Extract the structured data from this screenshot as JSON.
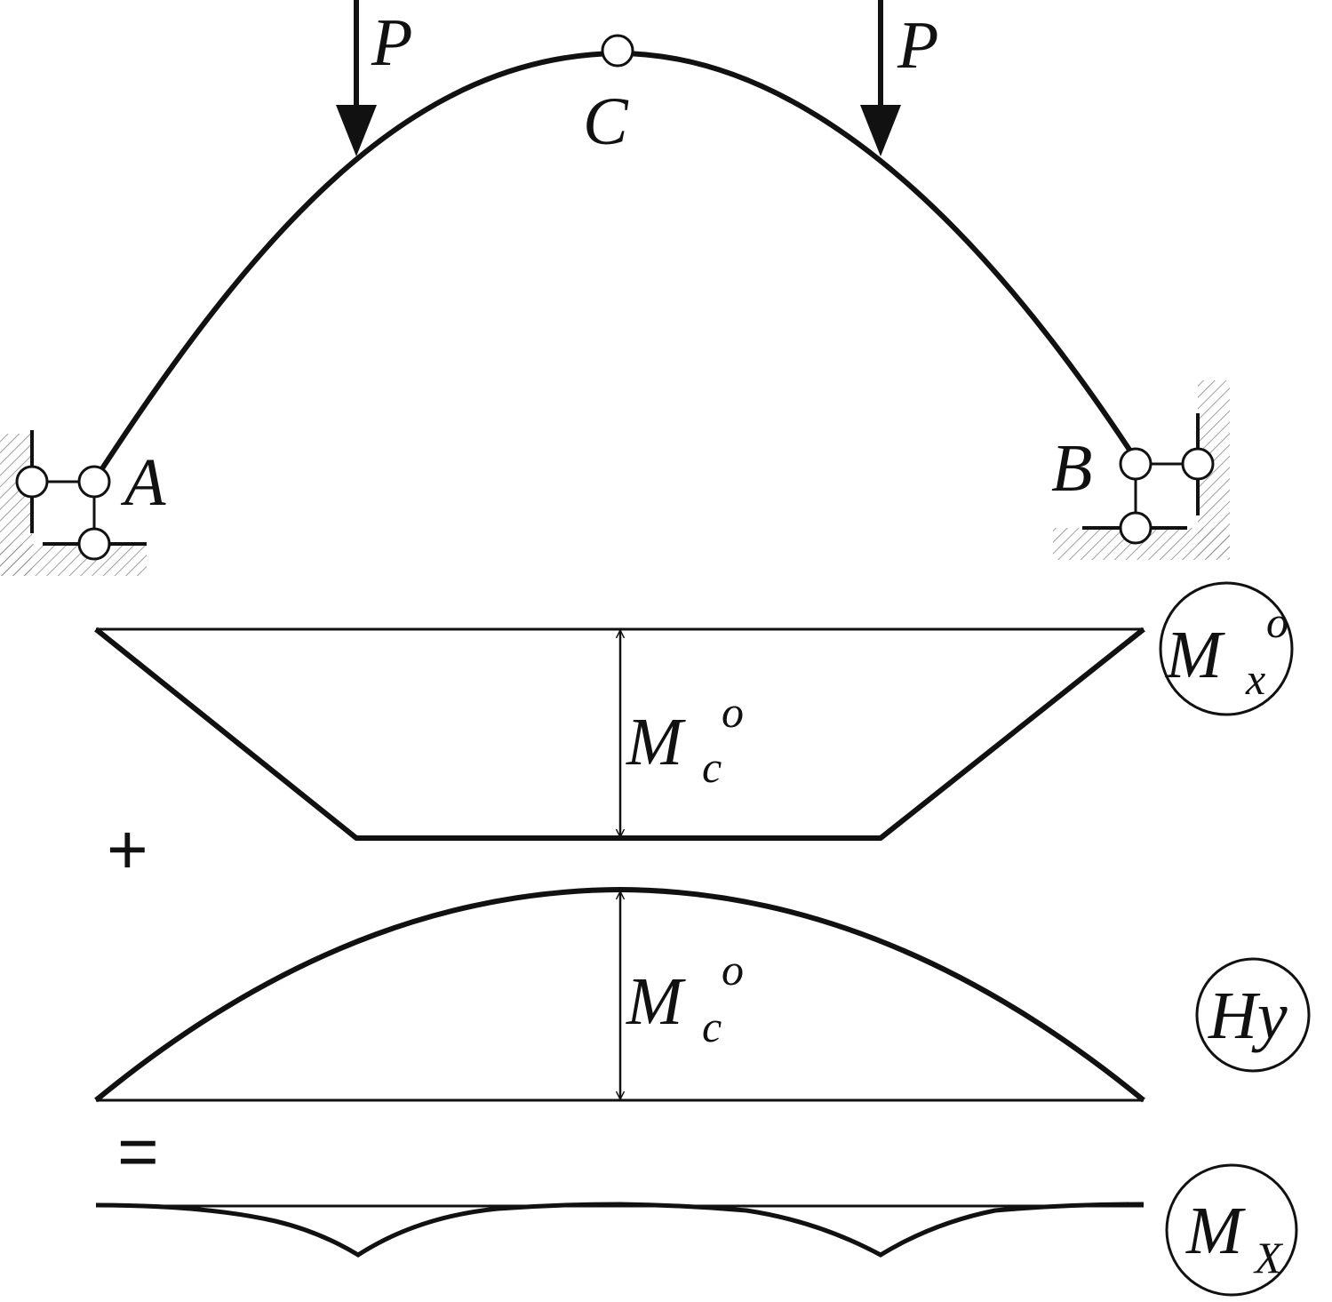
{
  "colors": {
    "ink": "#111111",
    "hatch": "#888888",
    "background": "#ffffff"
  },
  "arch": {
    "load_labels": [
      "P",
      "P"
    ],
    "crown_hinge_label": "C",
    "left_support_label": "A",
    "right_support_label": "B"
  },
  "diagrams": {
    "mx0": {
      "tag_main": "M",
      "tag_sub": "x",
      "tag_sup": "o",
      "dim_main": "M",
      "dim_sub": "c",
      "dim_sup": "o"
    },
    "hy": {
      "tag": "Hy",
      "dim_main": "M",
      "dim_sub": "c",
      "dim_sup": "o"
    },
    "mx": {
      "tag_main": "M",
      "tag_sub": "X"
    }
  },
  "operators": {
    "plus": "+",
    "equals": "="
  }
}
